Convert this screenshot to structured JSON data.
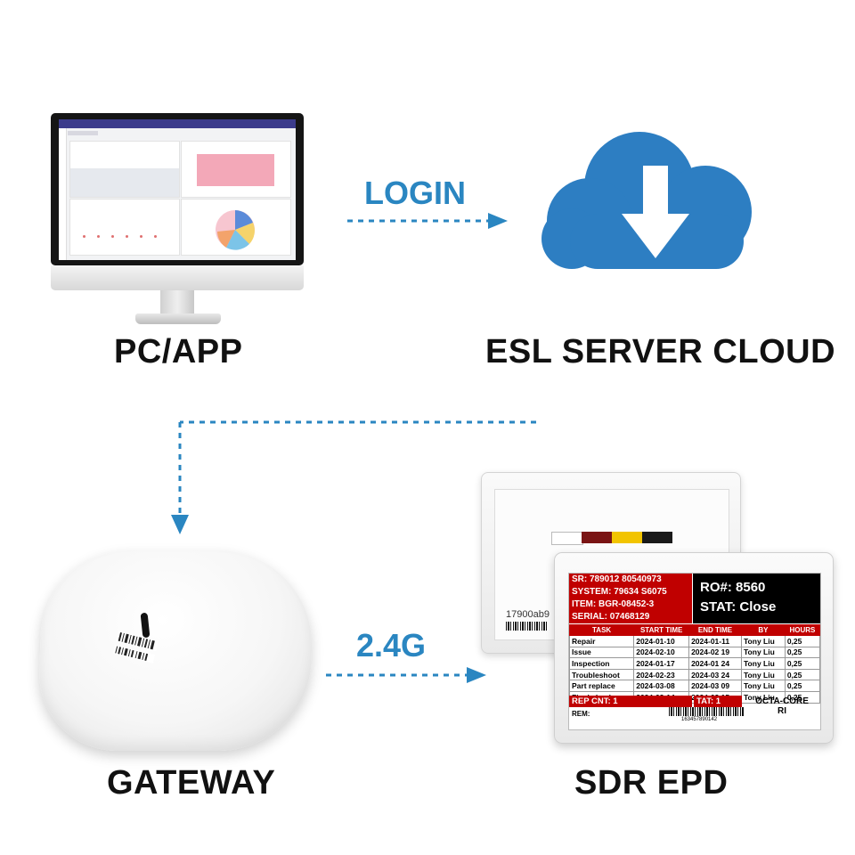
{
  "captions": {
    "pc": "PC/APP",
    "cloud": "ESL SERVER CLOUD",
    "gateway": "GATEWAY",
    "epd": "SDR EPD"
  },
  "links": {
    "login": "LOGIN",
    "frequency": "2.4G"
  },
  "colors": {
    "accent": "#2a86c1",
    "cloud": "#2d7ec2",
    "epd_red": "#c00000"
  },
  "icons": {
    "cloud": "cloud-download-icon"
  },
  "epd_back": {
    "id": "17900ab9",
    "swatches": [
      "#ffffff",
      "#7a1414",
      "#f2c400",
      "#1a1a1a"
    ]
  },
  "epd_front": {
    "info": [
      "SR: 789012  80540973",
      "SYSTEM: 79634  S6075",
      "ITEM: BGR-08452-3",
      "SERIAL: 07468129"
    ],
    "ro": "RO#: 8560",
    "stat": "STAT: Close",
    "columns": [
      "TASK",
      "START TIME",
      "END TIME",
      "BY",
      "HOURS"
    ],
    "rows": [
      [
        "Repair",
        "2024-01-10",
        "2024-01-11",
        "Tony Liu",
        "0,25"
      ],
      [
        "Issue",
        "2024-02-10",
        "2024-02 19",
        "Tony Liu",
        "0,25"
      ],
      [
        "Inspection",
        "2024-01-17",
        "2024-01 24",
        "Tony Liu",
        "0,25"
      ],
      [
        "Troubleshoot",
        "2024-02-23",
        "2024-03 24",
        "Tony Liu",
        "0,25"
      ],
      [
        "Part replace",
        "2024-03-08",
        "2024-03 09",
        "Tony Liu",
        "0,25"
      ],
      [
        "Final check",
        "2024-03-14",
        "2024-03 15",
        "Tony Liu",
        "0,25"
      ]
    ],
    "rep_cnt": "REP CNT: 1",
    "tat": "TAT: 1",
    "core": "OCTA-CORE",
    "core2": "RI",
    "rem": "REM:",
    "barcode_number": "163457890142"
  }
}
